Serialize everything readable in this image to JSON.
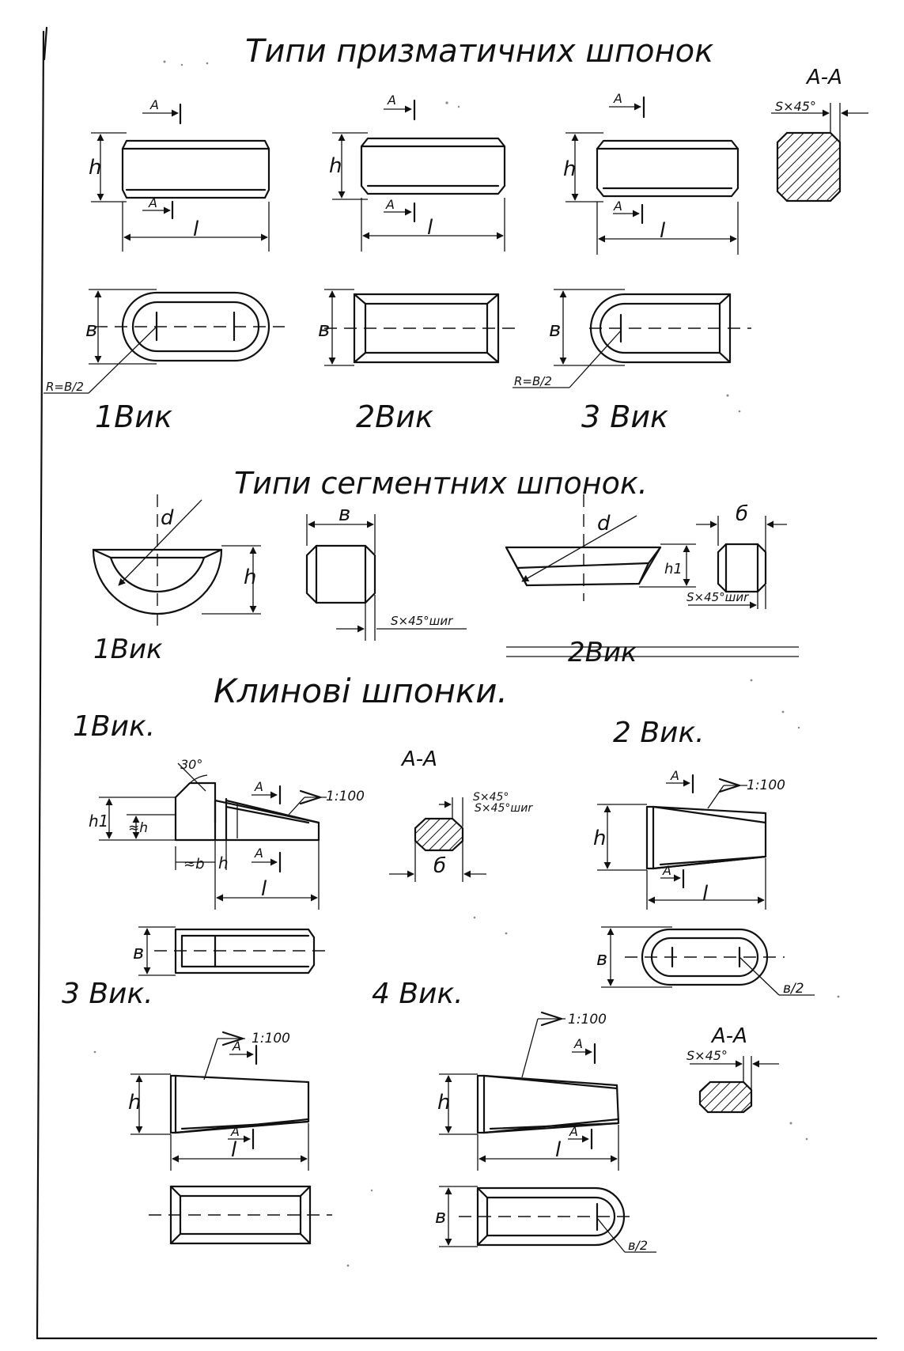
{
  "titles": {
    "prismatic": "Типи призматичних шпонок",
    "segment": "Типи сегментних шпонок.",
    "wedge": "Клинові шпонки."
  },
  "variants": {
    "v1": "1Вик",
    "v2": "2Вик",
    "v3": "3 Вик",
    "w1": "1Вик.",
    "w2": "2 Вик.",
    "w3": "3 Вик.",
    "w4": "4 Вик."
  },
  "labels": {
    "section": "А-А",
    "arrow_a": "А",
    "h": "h",
    "l": "l",
    "b": "в",
    "b_cyr": "в",
    "d": "d",
    "h1": "h1",
    "approx_h": "≈h",
    "approx_b": "≈b",
    "radius": "R=В/2",
    "b12": "в/2",
    "chamfer": "S×45°",
    "chamfer_max": "S×45°шиr",
    "chamfer_max2": "S×45°\nшиr",
    "angle": "30°",
    "taper": "1:100",
    "b_label": "б"
  }
}
